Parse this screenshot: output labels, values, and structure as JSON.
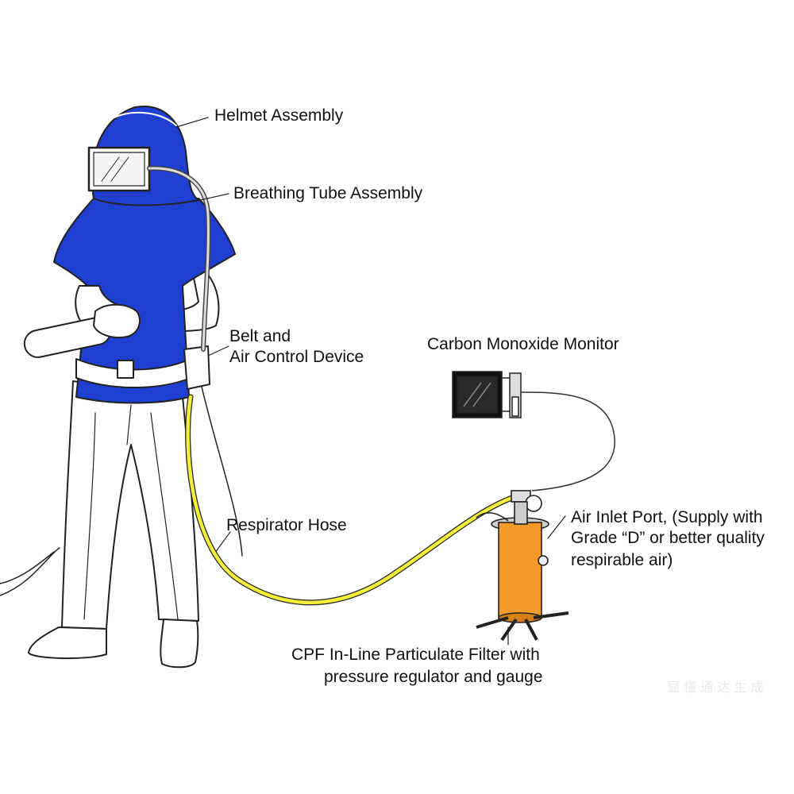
{
  "colors": {
    "suit_blue": "#1f3fd0",
    "hose_yellow": "#f2ee3a",
    "filter_orange": "#f39a2a",
    "line_ink": "#222222"
  },
  "labels": {
    "helmet": "Helmet Assembly",
    "breathing_tube": "Breathing Tube Assembly",
    "belt_line1": "Belt and",
    "belt_line2": "Air Control Device",
    "co_monitor": "Carbon Monoxide Monitor",
    "respirator_hose": "Respirator Hose",
    "inlet_line1": "Air Inlet Port, (Supply with",
    "inlet_line2": "Grade “D” or better quality",
    "inlet_line3": "respirable air)",
    "filter_line1": "CPF In-Line Particulate Filter with",
    "filter_line2": "pressure regulator and gauge"
  },
  "watermark": "显 懂 通 达 生 成"
}
